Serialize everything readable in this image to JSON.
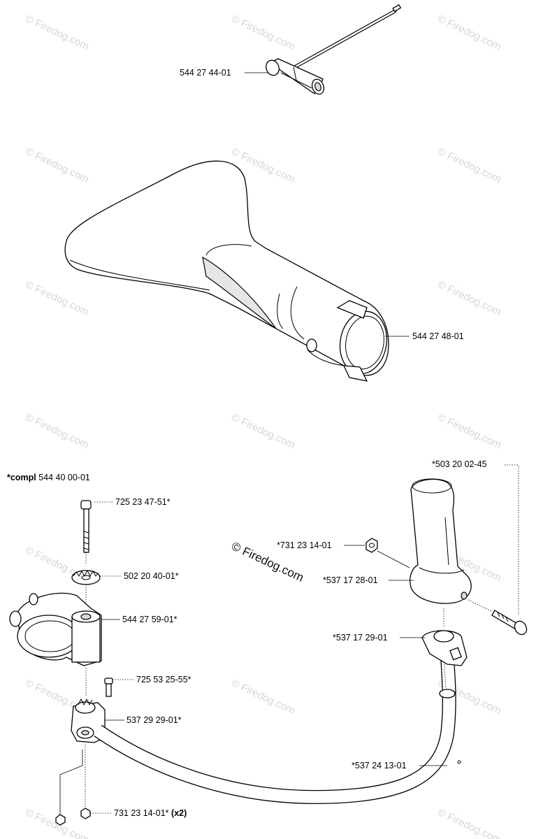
{
  "watermark": {
    "text": "© Firedog.com",
    "main_text": "© Firedog.com"
  },
  "assembly_note": {
    "prefix": "*compl",
    "number": "544 40 00-01"
  },
  "parts": [
    {
      "id": "p1",
      "number": "544 27 44-01"
    },
    {
      "id": "p2",
      "number": "544 27 48-01"
    },
    {
      "id": "p3",
      "number": "*503 20 02-45"
    },
    {
      "id": "p4",
      "number": "725 23 47-51*"
    },
    {
      "id": "p5",
      "number": "*731 23 14-01"
    },
    {
      "id": "p6",
      "number": "502 20 40-01*"
    },
    {
      "id": "p7",
      "number": "*537 17 28-01"
    },
    {
      "id": "p8",
      "number": "544 27 59-01*"
    },
    {
      "id": "p9",
      "number": "*537 17 29-01"
    },
    {
      "id": "p10",
      "number": "725 53 25-55*"
    },
    {
      "id": "p11",
      "number": "537 29 29-01*"
    },
    {
      "id": "p12",
      "number": "*537 24 13-01"
    },
    {
      "id": "p13",
      "number": "731 23 14-01*",
      "qty": "(x2)"
    }
  ]
}
